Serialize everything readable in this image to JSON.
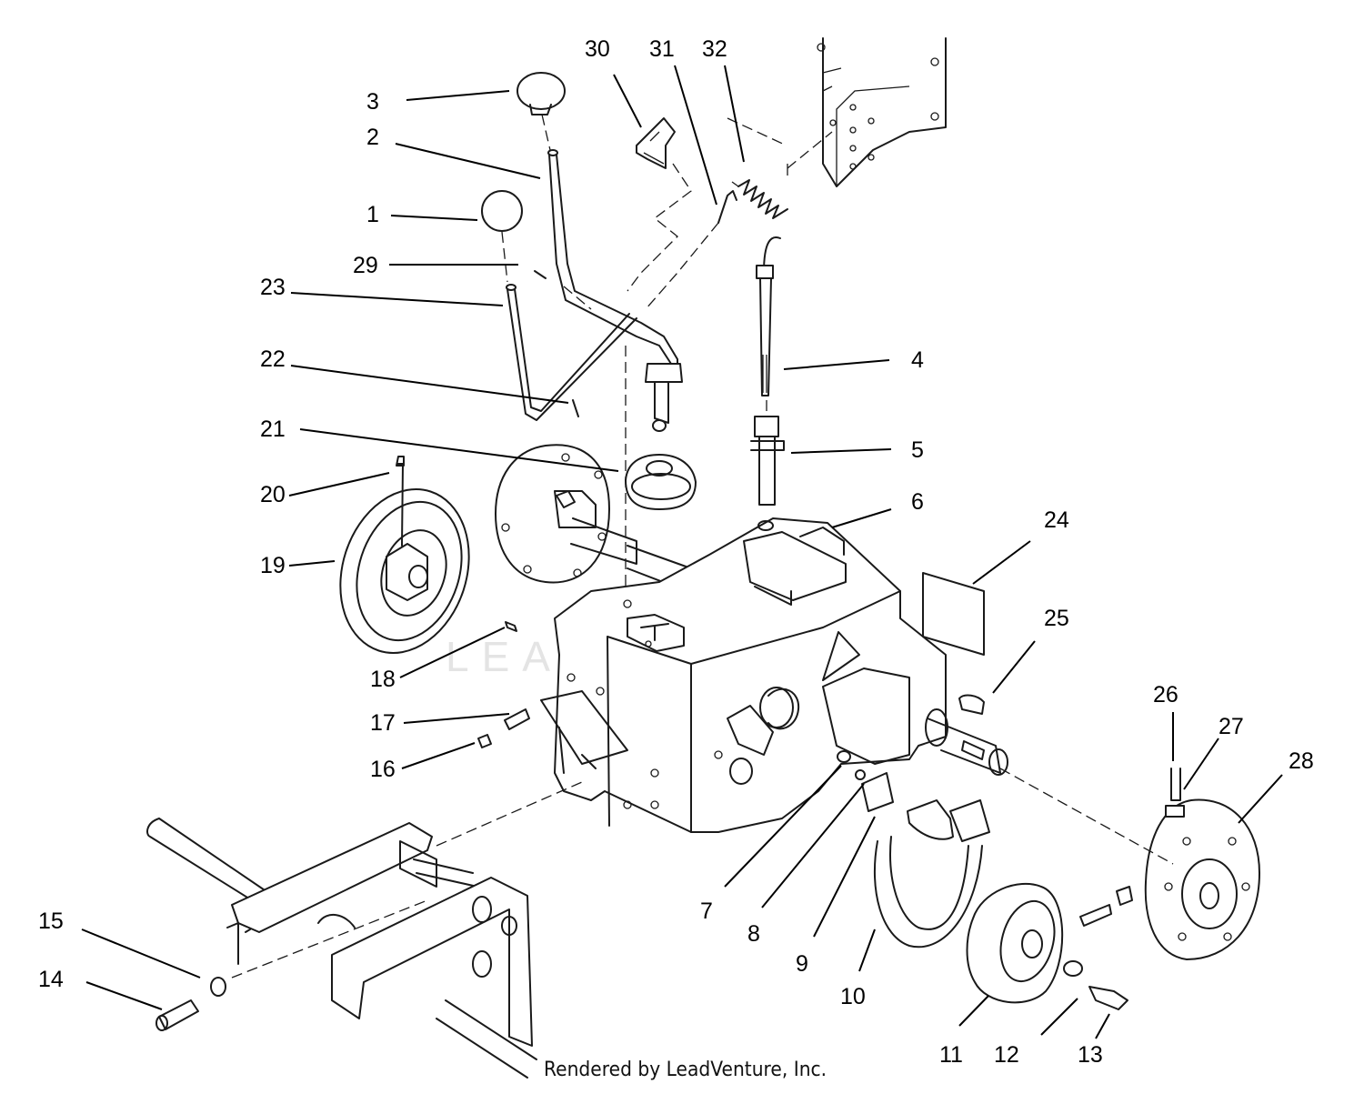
{
  "watermark": "LEADVENTURE",
  "credit": "Rendered by LeadVenture, Inc.",
  "callouts": [
    {
      "id": "1",
      "text": "1"
    },
    {
      "id": "2",
      "text": "2"
    },
    {
      "id": "3",
      "text": "3"
    },
    {
      "id": "4",
      "text": "4"
    },
    {
      "id": "5",
      "text": "5"
    },
    {
      "id": "6",
      "text": "6"
    },
    {
      "id": "7",
      "text": "7"
    },
    {
      "id": "8",
      "text": "8"
    },
    {
      "id": "9",
      "text": "9"
    },
    {
      "id": "10",
      "text": "10"
    },
    {
      "id": "11",
      "text": "11"
    },
    {
      "id": "12",
      "text": "12"
    },
    {
      "id": "13",
      "text": "13"
    },
    {
      "id": "14",
      "text": "14"
    },
    {
      "id": "15",
      "text": "15"
    },
    {
      "id": "16",
      "text": "16"
    },
    {
      "id": "17",
      "text": "17"
    },
    {
      "id": "18",
      "text": "18"
    },
    {
      "id": "19",
      "text": "19"
    },
    {
      "id": "20",
      "text": "20"
    },
    {
      "id": "21",
      "text": "21"
    },
    {
      "id": "22",
      "text": "22"
    },
    {
      "id": "23",
      "text": "23"
    },
    {
      "id": "24",
      "text": "24"
    },
    {
      "id": "25",
      "text": "25"
    },
    {
      "id": "26",
      "text": "26"
    },
    {
      "id": "27",
      "text": "27"
    },
    {
      "id": "28",
      "text": "28"
    },
    {
      "id": "29",
      "text": "29"
    },
    {
      "id": "30",
      "text": "30"
    },
    {
      "id": "31",
      "text": "31"
    },
    {
      "id": "32",
      "text": "32"
    }
  ]
}
